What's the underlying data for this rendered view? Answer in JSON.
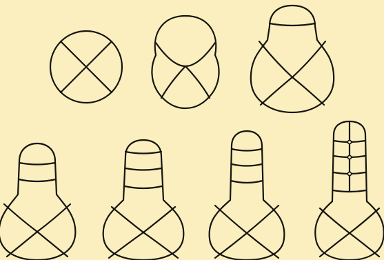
{
  "figure": {
    "stages": [
      {
        "id": "stage-1",
        "bands": 0
      },
      {
        "id": "stage-2",
        "bands": 0
      },
      {
        "id": "stage-3",
        "bands": 1
      },
      {
        "id": "stage-4",
        "bands": 2
      },
      {
        "id": "stage-5",
        "bands": 3
      },
      {
        "id": "stage-6",
        "bands": 3
      },
      {
        "id": "stage-7",
        "bands": 4,
        "vertical_division": true
      }
    ],
    "colors": {
      "paper": "#fbefbf",
      "ink": "#161410"
    }
  }
}
